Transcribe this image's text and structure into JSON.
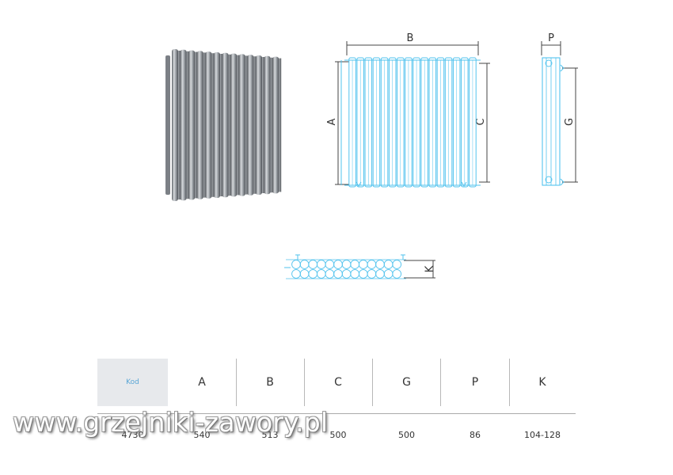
{
  "colors": {
    "drawing_blue": "#52c3ee",
    "dimension_line": "#444444",
    "kod_header_bg": "#e7e9ec",
    "kod_header_text": "#5aa6d6",
    "product_steel": "#a9aeb3"
  },
  "drawings": {
    "front": {
      "width_label": "B",
      "height_label": "A",
      "spacing_label": "C"
    },
    "side": {
      "depth_label": "P",
      "spacing_label": "G"
    },
    "top": {
      "depth_label": "K"
    }
  },
  "table": {
    "headers": [
      "Kod",
      "A",
      "B",
      "C",
      "G",
      "P",
      "K"
    ],
    "values": [
      "4730",
      "540",
      "513",
      "500",
      "500",
      "86",
      "104-128"
    ]
  },
  "watermark": "www.grzejniki-zawory.pl"
}
